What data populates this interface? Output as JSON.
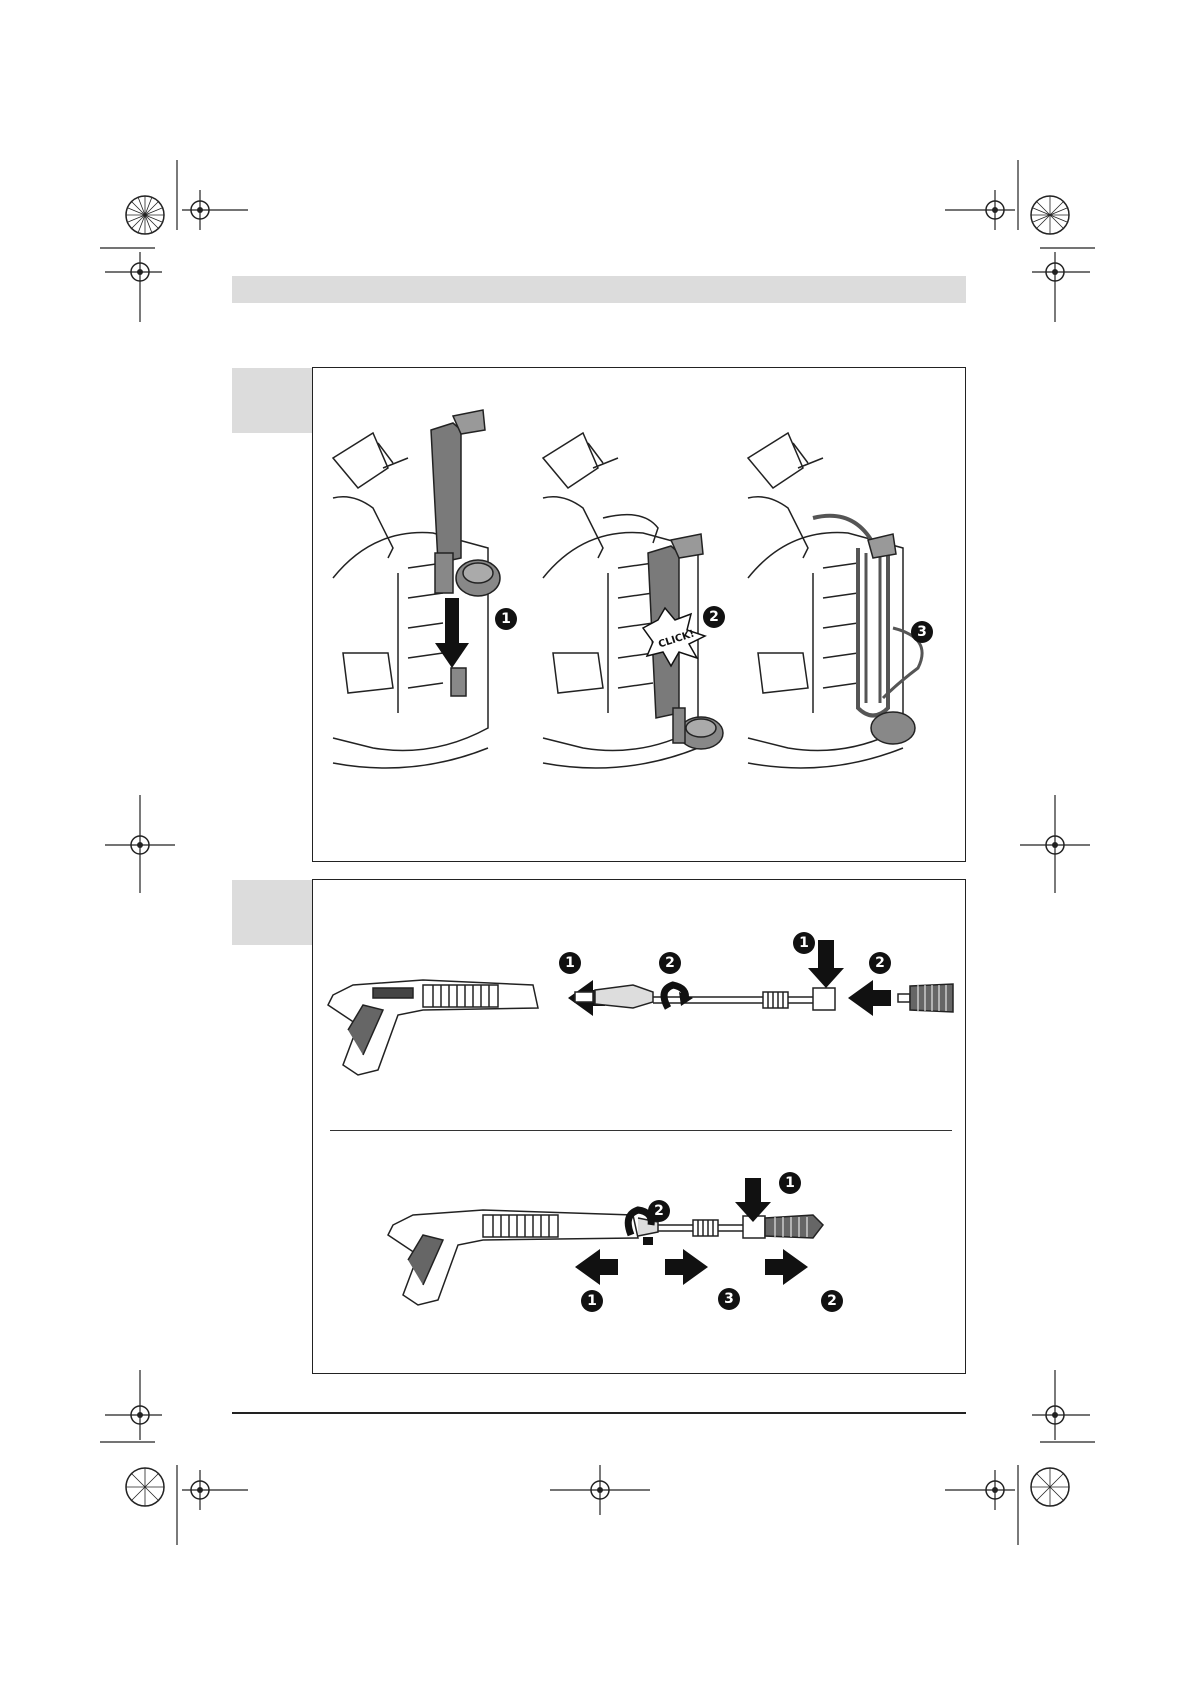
{
  "page": {
    "background": "#ffffff"
  },
  "colors": {
    "band": "#dcdcdc",
    "ink": "#222222",
    "part_dark": "#7a7a7a"
  },
  "figure1": {
    "steps": [
      {
        "number": "1",
        "icon": "arrow-down-icon"
      },
      {
        "number": "2",
        "icon": "click-burst-icon",
        "callout": "CLICK!"
      },
      {
        "number": "3",
        "icon": "hose-coil-icon"
      }
    ]
  },
  "figure2": {
    "assemble": {
      "left_arrow_number": "1",
      "twist_number": "2",
      "down_arrow_number": "1",
      "nozzle_arrow_number": "2"
    },
    "disassemble": {
      "down_arrow_number": "1",
      "twist_number": "2",
      "gun_arrow_number": "1",
      "lance_arrow_number": "3",
      "nozzle_arrow_number": "2"
    }
  }
}
